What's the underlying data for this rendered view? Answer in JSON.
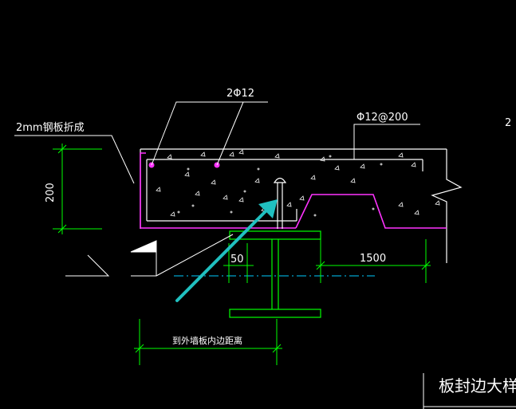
{
  "labels": {
    "rebar_top": "2Φ12",
    "rebar_dist": "Φ12@200",
    "rebar_right_cut": "2",
    "steel_plate": "2mm钢板折成",
    "dim_200": "200",
    "dim_50": "50",
    "dim_1500": "1500",
    "to_wall": "到外墙板内边距离",
    "title": "板封边大样"
  },
  "colors": {
    "background": "#000000",
    "linework": "#ffffff",
    "dimension": "#00ff00",
    "steel": "#ff33ff",
    "arrow": "#20c0c0",
    "centerline": "#00ccff"
  }
}
